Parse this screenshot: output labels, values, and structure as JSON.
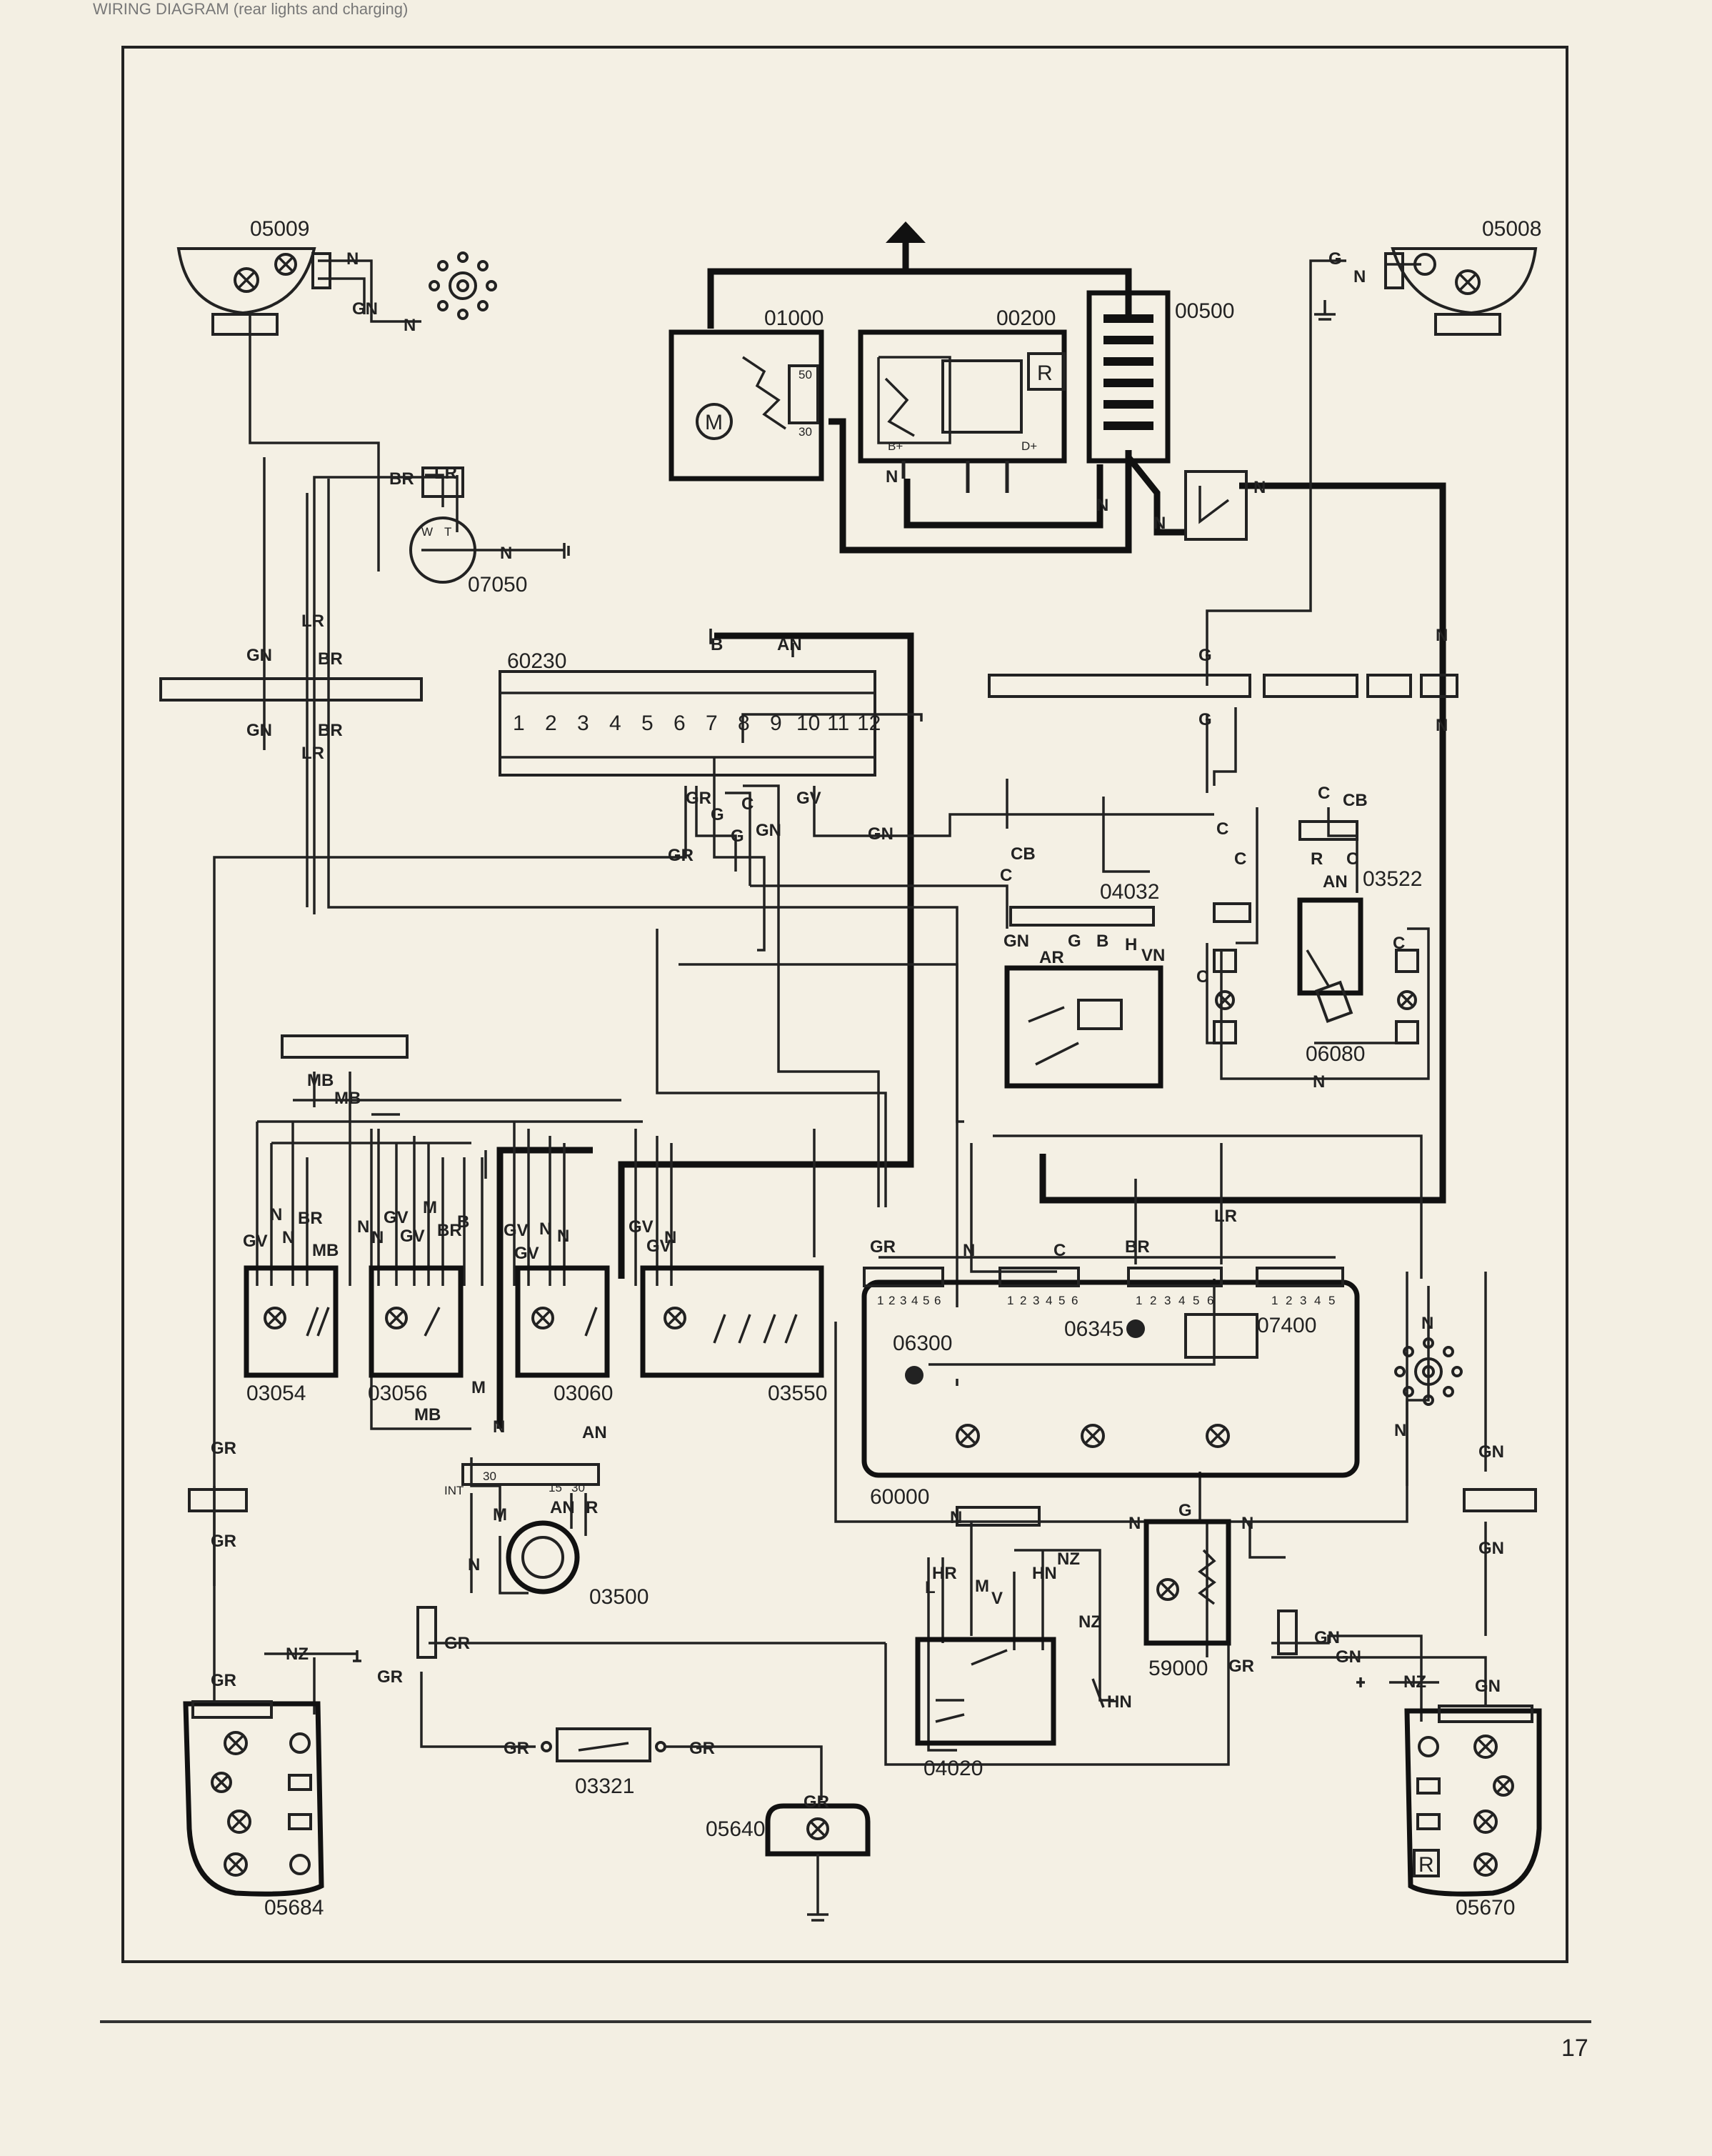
{
  "header": {
    "text": "WIRING DIAGRAM (rear lights and charging)"
  },
  "page_number": "17",
  "components": [
    {
      "code": "05009"
    },
    {
      "code": "05008"
    },
    {
      "code": "01000"
    },
    {
      "code": "00200"
    },
    {
      "code": "00500"
    },
    {
      "code": "07050"
    },
    {
      "code": "60230"
    },
    {
      "code": "04032"
    },
    {
      "code": "03522"
    },
    {
      "code": "06080"
    },
    {
      "code": "03054"
    },
    {
      "code": "03056"
    },
    {
      "code": "03060"
    },
    {
      "code": "03550"
    },
    {
      "code": "60000"
    },
    {
      "code": "06300"
    },
    {
      "code": "06345"
    },
    {
      "code": "07400"
    },
    {
      "code": "03500"
    },
    {
      "code": "59000"
    },
    {
      "code": "04020"
    },
    {
      "code": "03321"
    },
    {
      "code": "05640"
    },
    {
      "code": "05684"
    },
    {
      "code": "05670"
    }
  ],
  "fuse_numbers": [
    "1",
    "2",
    "3",
    "4",
    "5",
    "6",
    "7",
    "8",
    "9",
    "10",
    "11",
    "12"
  ],
  "connector_pins_6": [
    "1",
    "2",
    "3",
    "4",
    "5",
    "6"
  ],
  "connector_pins_5": [
    "1",
    "2",
    "3",
    "4",
    "5"
  ],
  "inline": {
    "motor": "M",
    "regulator": "R",
    "reverse": "R",
    "s50": "50",
    "s30": "30",
    "bplus": "B+",
    "dplus": "D+",
    "int": "INT",
    "t30": "30",
    "t15": "15",
    "t30b": "30",
    "mw": "W",
    "mt": "T"
  },
  "wires": {
    "N": "N",
    "GN": "GN",
    "G": "G",
    "BR": "BR",
    "LR": "LR",
    "B": "B",
    "AN": "AN",
    "GR": "GR",
    "C": "C",
    "GV": "GV",
    "CB": "CB",
    "R": "R",
    "AR": "AR",
    "H": "H",
    "VN": "VN",
    "MB": "MB",
    "M": "M",
    "NZ": "NZ",
    "L": "L",
    "HR": "HR",
    "V": "V",
    "HN": "HN"
  }
}
